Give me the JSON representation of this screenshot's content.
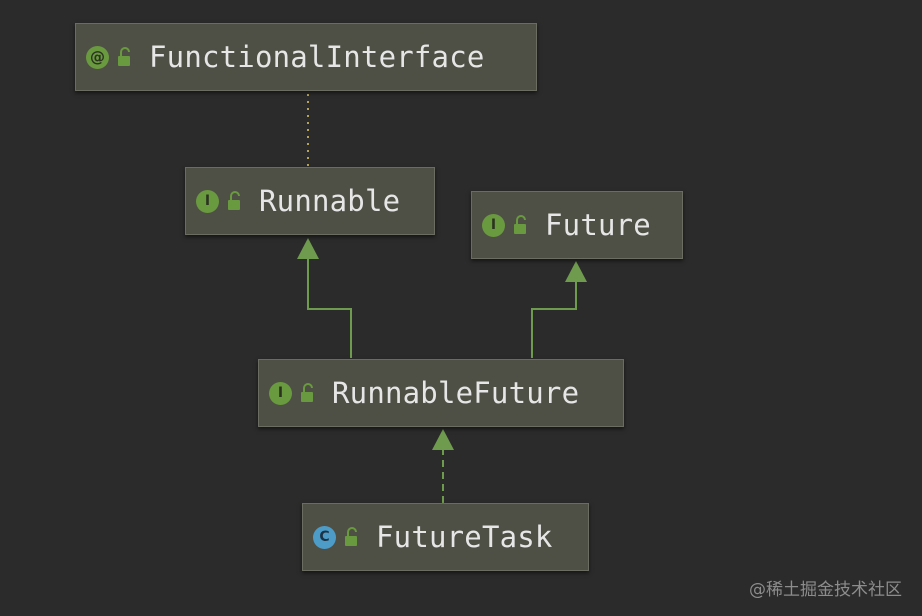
{
  "colors": {
    "background": "#2b2b2b",
    "node_fill": "#4e4f45",
    "edge": "#6f9b4e",
    "dotted_edge": "#b5a35a",
    "interface_badge": "#6a9a3f",
    "class_badge": "#4d9cc8",
    "lock": "#6a9a3f"
  },
  "nodes": [
    {
      "id": "functional-interface",
      "label": "FunctionalInterface",
      "badge": "@",
      "kind": "annotation",
      "icon": "annotation-icon"
    },
    {
      "id": "runnable",
      "label": "Runnable",
      "badge": "I",
      "kind": "interface",
      "icon": "interface-icon"
    },
    {
      "id": "future",
      "label": "Future",
      "badge": "I",
      "kind": "interface",
      "icon": "interface-icon"
    },
    {
      "id": "runnable-future",
      "label": "RunnableFuture",
      "badge": "I",
      "kind": "interface",
      "icon": "interface-icon"
    },
    {
      "id": "future-task",
      "label": "FutureTask",
      "badge": "C",
      "kind": "class",
      "icon": "class-icon"
    }
  ],
  "edges": [
    {
      "from": "runnable",
      "to": "functional-interface",
      "style": "dotted",
      "meaning": "annotated-with"
    },
    {
      "from": "runnable-future",
      "to": "runnable",
      "style": "solid",
      "meaning": "extends"
    },
    {
      "from": "runnable-future",
      "to": "future",
      "style": "solid",
      "meaning": "extends"
    },
    {
      "from": "future-task",
      "to": "runnable-future",
      "style": "dashed",
      "meaning": "implements"
    }
  ],
  "watermark": "@稀土掘金技术社区"
}
